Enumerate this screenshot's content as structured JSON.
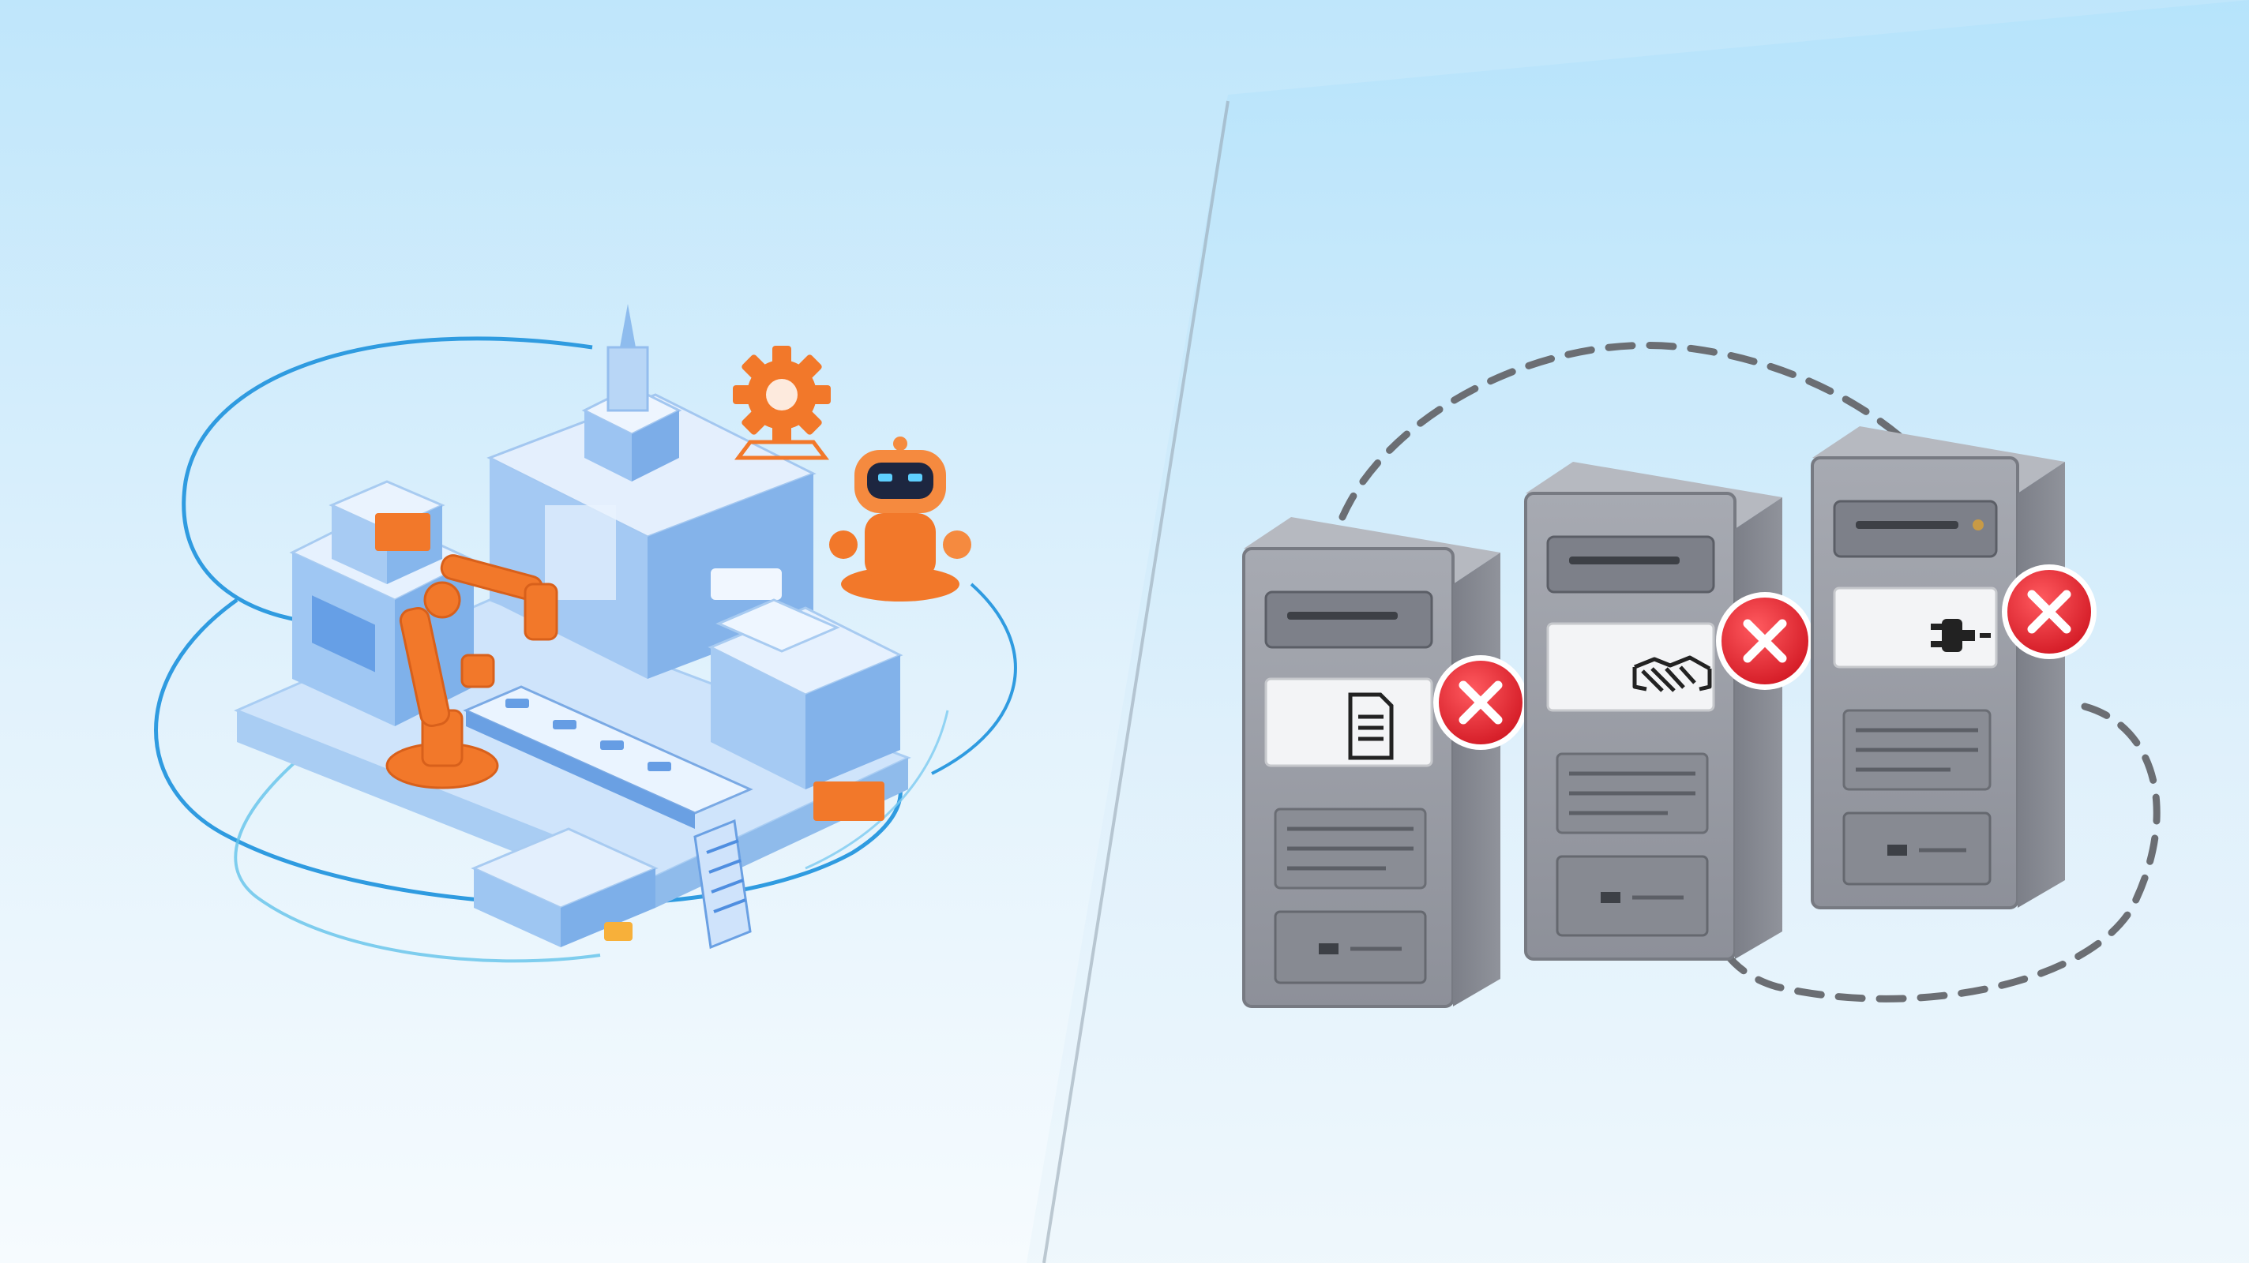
{
  "scene": {
    "left_panel": "automated-factory",
    "right_panel": "disconnected-servers"
  },
  "colors": {
    "sky_top": "#bfe6fb",
    "sky_bottom": "#f3fafe",
    "factory_blue": "#8fc1f2",
    "factory_light": "#dcecfd",
    "accent_orange": "#f2782a",
    "orbit_blue": "#3aa3e3",
    "server_gray": "#9b9ea6",
    "error_red": "#e52630",
    "dash_gray": "#6b6e73"
  },
  "servers": [
    {
      "id": "server-1",
      "status_icon": "document-icon",
      "error": true
    },
    {
      "id": "server-2",
      "status_icon": "handshake-icon",
      "error": true
    },
    {
      "id": "server-3",
      "status_icon": "plug-icon",
      "error": true
    }
  ]
}
